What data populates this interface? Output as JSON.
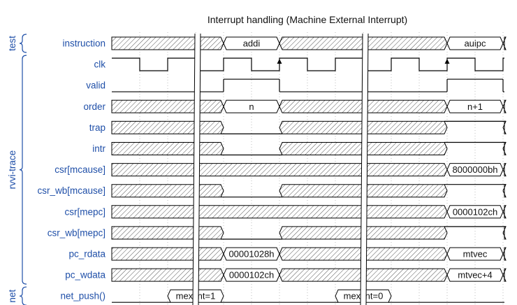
{
  "title": "Interrupt handling (Machine External Interrupt)",
  "groups": [
    {
      "label": "test",
      "first": 0,
      "last": 0
    },
    {
      "label": "rvvi-trace",
      "first": 1,
      "last": 11
    },
    {
      "label": "net",
      "first": 12,
      "last": 12
    }
  ],
  "signals": [
    {
      "name": "instruction",
      "lanes": [
        [
          "x",
          0,
          4
        ],
        [
          "d",
          4,
          6,
          "addi"
        ],
        [
          "x",
          6,
          12
        ],
        [
          "d",
          12,
          14,
          "auipc"
        ],
        [
          "x",
          14,
          15
        ]
      ]
    },
    {
      "name": "clk",
      "clock": true
    },
    {
      "name": "valid",
      "lanes": [
        [
          "0",
          0,
          4
        ],
        [
          "1",
          4,
          6
        ],
        [
          "0",
          6,
          12
        ],
        [
          "1",
          12,
          14
        ],
        [
          "0",
          14,
          15
        ]
      ]
    },
    {
      "name": "order",
      "lanes": [
        [
          "x",
          0,
          4
        ],
        [
          "d",
          4,
          6,
          "n"
        ],
        [
          "x",
          6,
          12
        ],
        [
          "d",
          12,
          14,
          "n+1"
        ],
        [
          "x",
          14,
          15
        ]
      ]
    },
    {
      "name": "trap",
      "lanes": [
        [
          "x",
          0,
          4
        ],
        [
          "0",
          4,
          6
        ],
        [
          "x",
          6,
          12
        ],
        [
          "1",
          12,
          14
        ],
        [
          "x",
          14,
          15
        ]
      ]
    },
    {
      "name": "intr",
      "lanes": [
        [
          "x",
          0,
          4
        ],
        [
          "0",
          4,
          6
        ],
        [
          "x",
          6,
          12
        ],
        [
          "1",
          12,
          14
        ],
        [
          "x",
          14,
          15
        ]
      ]
    },
    {
      "name": "csr[mcause]",
      "lanes": [
        [
          "x",
          0,
          12
        ],
        [
          "d",
          12,
          14,
          "8000000bh"
        ],
        [
          "x",
          14,
          15
        ]
      ]
    },
    {
      "name": "csr_wb[mcause]",
      "lanes": [
        [
          "x",
          0,
          4
        ],
        [
          "0",
          4,
          6
        ],
        [
          "x",
          6,
          12
        ],
        [
          "1",
          12,
          14
        ],
        [
          "x",
          14,
          15
        ]
      ]
    },
    {
      "name": "csr[mepc]",
      "lanes": [
        [
          "x",
          0,
          12
        ],
        [
          "d",
          12,
          14,
          "0000102ch"
        ],
        [
          "x",
          14,
          15
        ]
      ]
    },
    {
      "name": "csr_wb[mepc]",
      "lanes": [
        [
          "x",
          0,
          4
        ],
        [
          "0",
          4,
          6
        ],
        [
          "x",
          6,
          12
        ],
        [
          "1",
          12,
          14
        ],
        [
          "x",
          14,
          15
        ]
      ]
    },
    {
      "name": "pc_rdata",
      "lanes": [
        [
          "x",
          0,
          4
        ],
        [
          "d",
          4,
          6,
          "00001028h"
        ],
        [
          "x",
          6,
          12
        ],
        [
          "d",
          12,
          14,
          "mtvec"
        ],
        [
          "x",
          14,
          15
        ]
      ]
    },
    {
      "name": "pc_wdata",
      "lanes": [
        [
          "x",
          0,
          4
        ],
        [
          "d",
          4,
          6,
          "0000102ch"
        ],
        [
          "x",
          6,
          12
        ],
        [
          "d",
          12,
          14,
          "mtvec+4"
        ],
        [
          "x",
          14,
          15
        ]
      ]
    },
    {
      "name": "net_push()",
      "lanes": [
        [
          "0",
          0,
          2
        ],
        [
          "d",
          2,
          4,
          "mextint=1"
        ],
        [
          "0",
          4,
          8
        ],
        [
          "d",
          8,
          10,
          "mextint=0"
        ],
        [
          "0",
          10,
          15
        ]
      ]
    }
  ],
  "gaps": [
    3,
    9
  ],
  "clock_arrows": [
    6,
    12
  ],
  "colors": {
    "label": "#1f4fa8",
    "wave": "#000000",
    "grid": "#bdbdbd",
    "hatch": "#555555"
  }
}
